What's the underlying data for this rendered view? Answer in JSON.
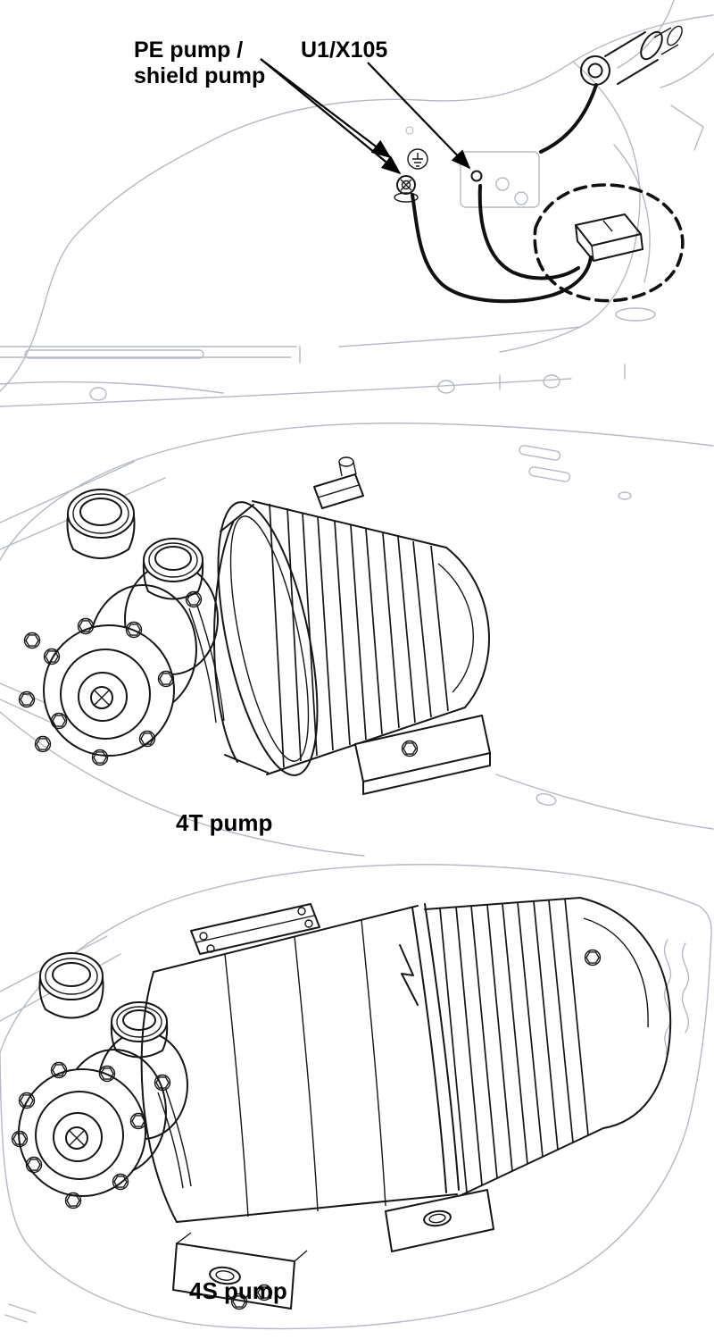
{
  "page": {
    "background": "#ffffff"
  },
  "figure": {
    "type": "technical-line-diagram",
    "callouts": {
      "pe_pump": {
        "line1": "PE pump /",
        "line2": "shield pump"
      },
      "connector": {
        "text": "U1/X105"
      }
    },
    "captions": {
      "pump_4t": "4T pump",
      "pump_4s": "4S pump"
    },
    "colors": {
      "ink": "#161616",
      "context_outline": "#b3bac3",
      "background": "#ffffff"
    }
  }
}
